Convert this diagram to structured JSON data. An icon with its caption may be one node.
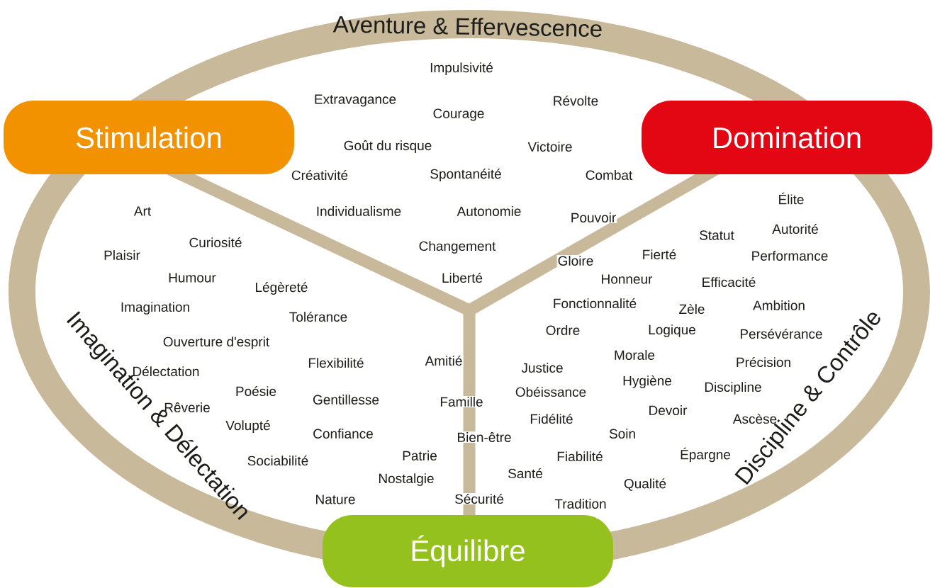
{
  "diagram": {
    "nodes": [
      {
        "text": [
          "Stimulation"
        ]
      },
      {
        "text": [
          "Domination"
        ]
      },
      {
        "text": [
          "Équilibre"
        ]
      }
    ],
    "labels": [
      "Aventure & Effervescence",
      "Impulsivité",
      "Extravagance",
      "Révolte",
      "Courage",
      "Goût du risque",
      "Victoire",
      "Créativité",
      "Spontanéité",
      "Combat",
      "Élite",
      "Art",
      "Individualisme",
      "Autonomie",
      "Pouvoir",
      "Autorité",
      "Statut",
      "Curiosité",
      "Plaisir",
      "Changement",
      "Gloire",
      "Fierté",
      "Performance",
      "Humour",
      "Liberté",
      "Honneur",
      "Efficacité",
      "Légèreté",
      "Imagination",
      "Fonctionnalité",
      "Zèle",
      "Ambition",
      "Tolérance",
      "Ordre",
      "Logique",
      "Persévérance",
      "Ouverture d'esprit",
      "Morale",
      "Flexibilité",
      "Amitié",
      "Précision",
      "Délectation",
      "Justice",
      "Hygiène",
      "Poésie",
      "Gentillesse",
      "Obéissance",
      "Discipline",
      "Famille",
      "Rêverie",
      "Devoir",
      "Volupté",
      "Confiance",
      "Fidélité",
      "Ascèse",
      "Bien-être",
      "Soin",
      "Sociabilité",
      "Patrie",
      "Fiabilité",
      "Épargne",
      "Santé",
      "Nostalgie",
      "Qualité",
      "Nature",
      "Sécurité",
      "Tradition",
      "Imagination & Délectation",
      "Discipline & Contrôle"
    ]
  }
}
